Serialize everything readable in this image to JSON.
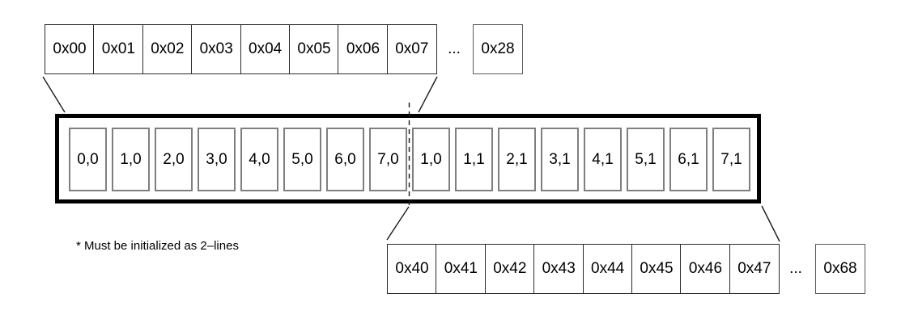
{
  "top_memory_row": {
    "cells": [
      "0x00",
      "0x01",
      "0x02",
      "0x03",
      "0x04",
      "0x05",
      "0x06",
      "0x07"
    ],
    "ellipsis": "...",
    "last_cell": "0x28"
  },
  "cache_line": {
    "cells": [
      "0,0",
      "1,0",
      "2,0",
      "3,0",
      "4,0",
      "5,0",
      "6,0",
      "7,0",
      "1,0",
      "1,1",
      "2,1",
      "3,1",
      "4,1",
      "5,1",
      "6,1",
      "7,1"
    ]
  },
  "bottom_memory_row": {
    "cells": [
      "0x40",
      "0x41",
      "0x42",
      "0x43",
      "0x44",
      "0x45",
      "0x46",
      "0x47"
    ],
    "ellipsis": "...",
    "last_cell": "0x68"
  },
  "note": "* Must be initialized as 2–lines",
  "colors": {
    "cache_box_border": "#000000",
    "cache_cell_border": "#7f7f7f",
    "memory_cell_border": "#2a2a2a",
    "line": "#1a1a1a",
    "text": "#000000",
    "background": "#ffffff"
  }
}
